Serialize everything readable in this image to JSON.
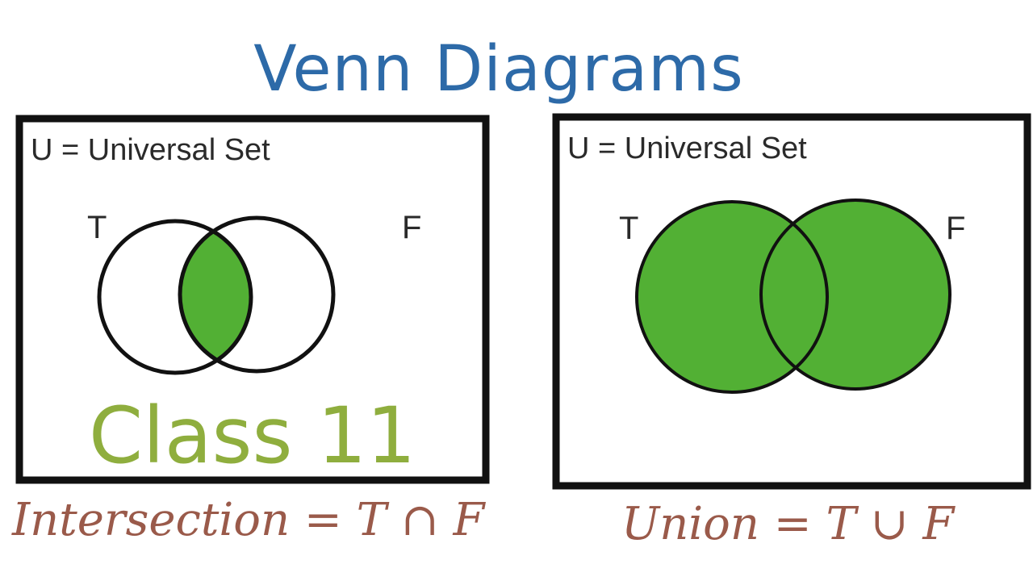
{
  "title": "Venn Diagrams",
  "colors": {
    "title": "#2d6aa8",
    "fill": "#52b034",
    "stroke": "#111111",
    "class_label": "#8fae3e",
    "caption": "#9a5a4a"
  },
  "panels": [
    {
      "universe_label": "U = Universal Set",
      "set_a_label": "T",
      "set_b_label": "F",
      "shaded_region": "intersection",
      "caption": "Intersection = T ∩ F"
    },
    {
      "universe_label": "U = Universal Set",
      "set_a_label": "T",
      "set_b_label": "F",
      "shaded_region": "union",
      "caption": "Union = T ∪ F"
    }
  ],
  "overlay": {
    "class_label": "Class 11"
  }
}
